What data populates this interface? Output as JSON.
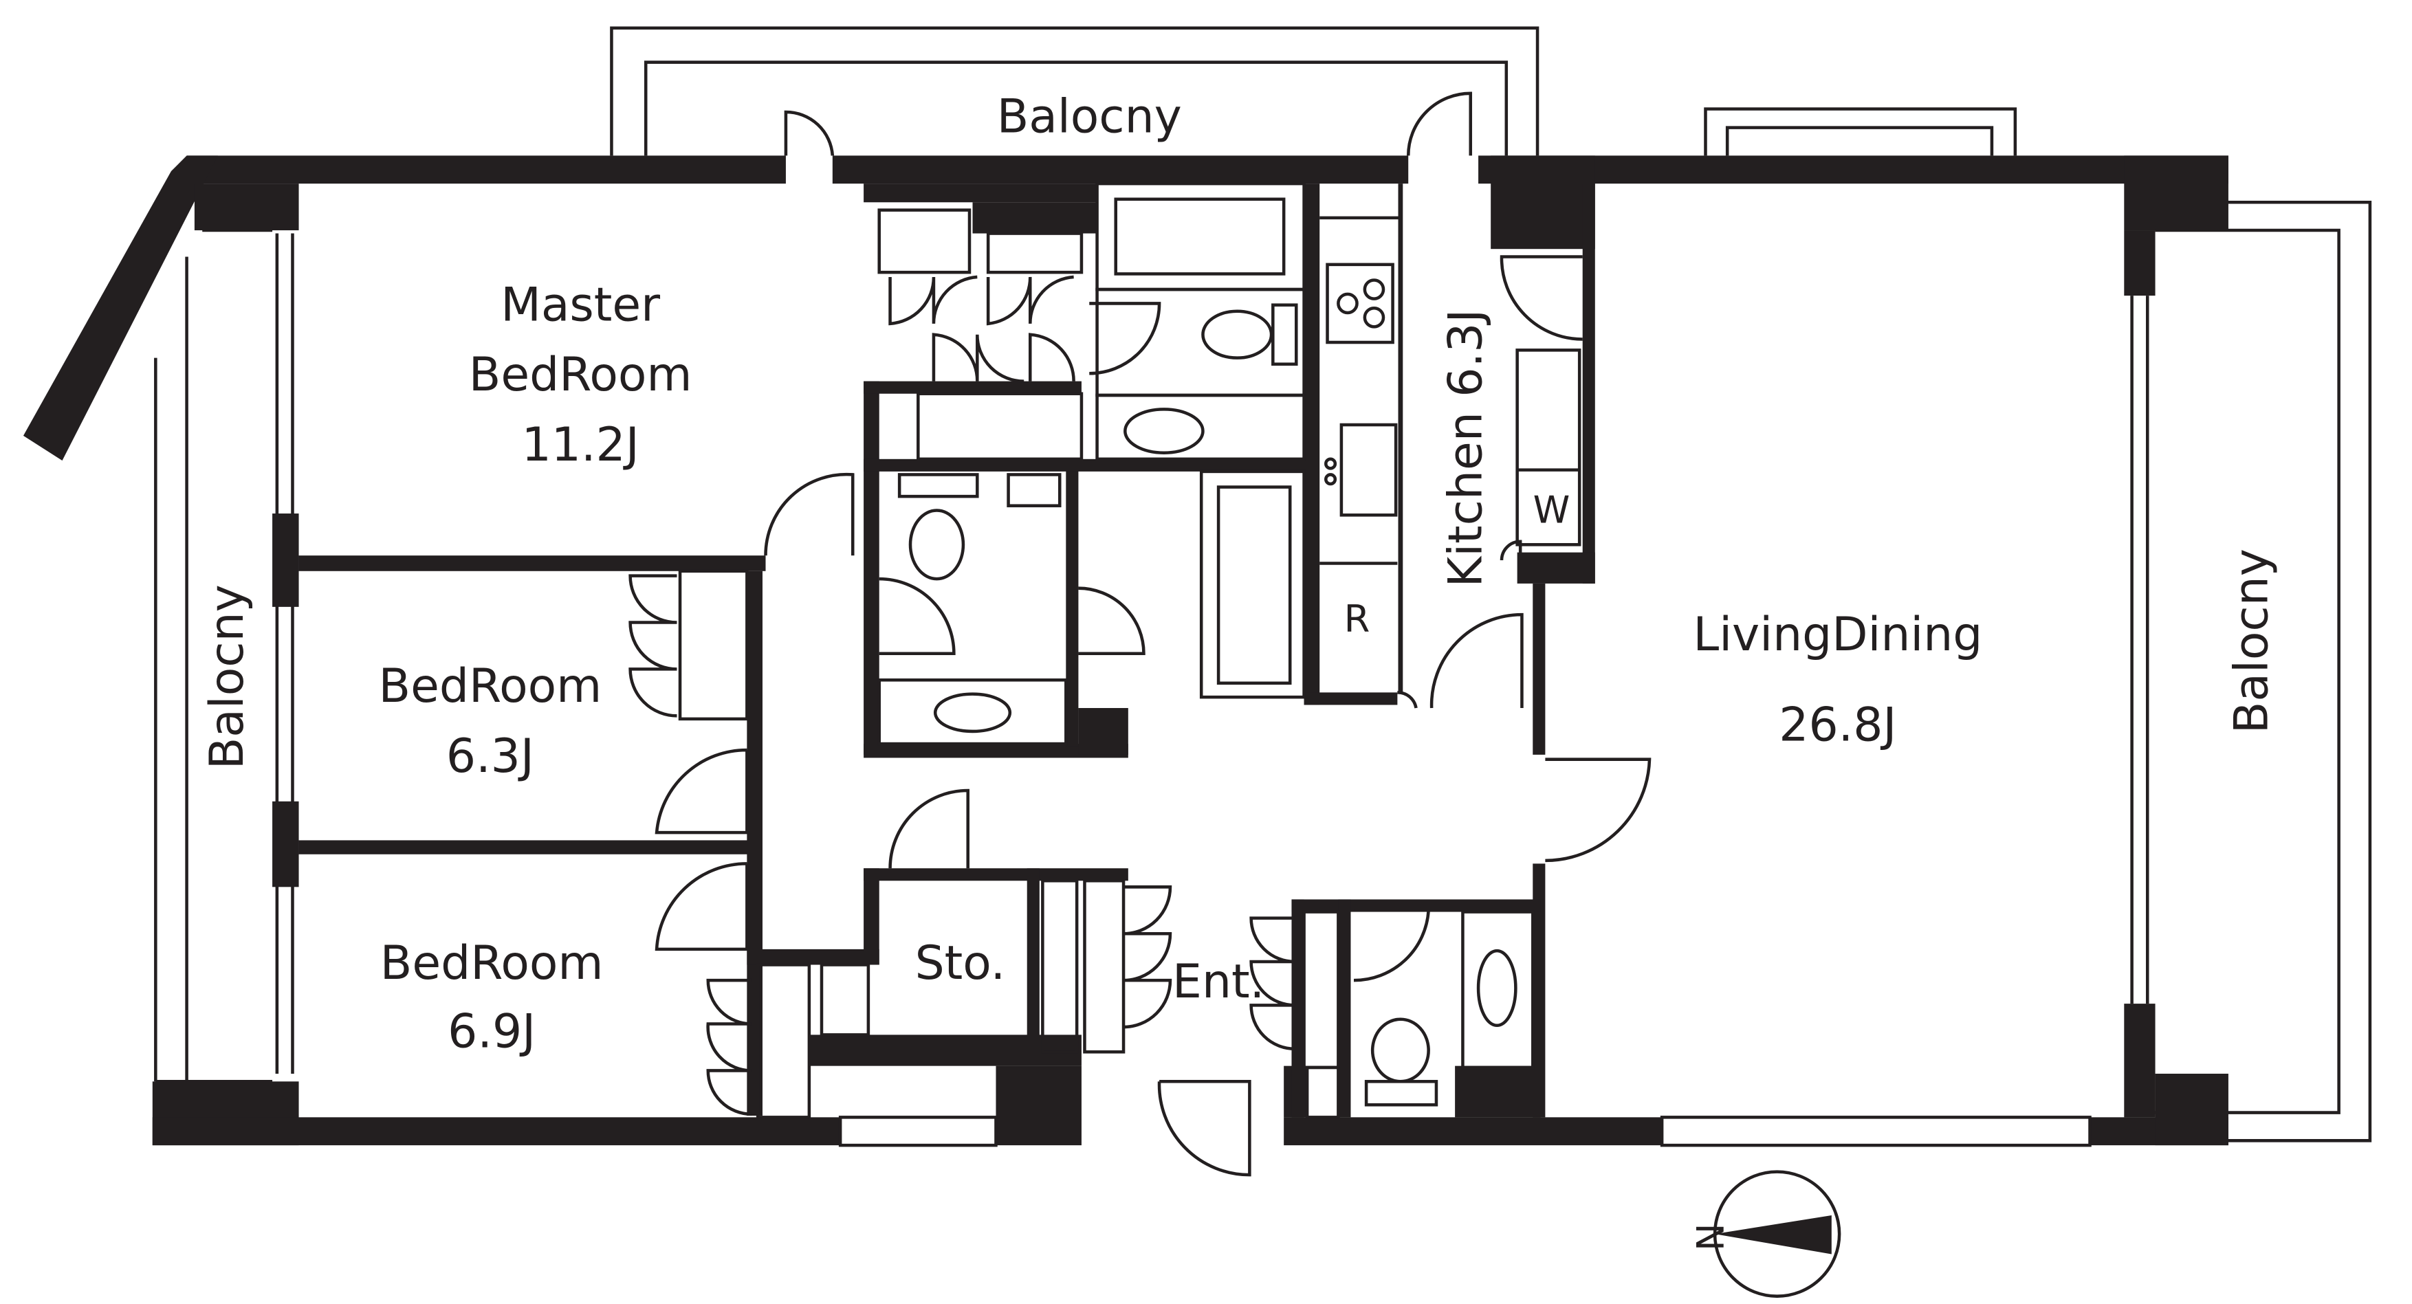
{
  "title": "Floor plan",
  "colors": {
    "wall": "#231f20",
    "background": "#ffffff"
  },
  "rooms": {
    "master_bedroom": {
      "name_line1": "Master",
      "name_line2": "BedRoom",
      "size": "11.2J"
    },
    "bedroom_1": {
      "name": "BedRoom",
      "size": "6.3J"
    },
    "bedroom_2": {
      "name": "BedRoom",
      "size": "6.9J"
    },
    "kitchen": {
      "label": "Kitchen 6.3J"
    },
    "living_dining": {
      "name": "LivingDining",
      "size": "26.8J"
    },
    "storage": {
      "label": "Sto."
    },
    "entrance": {
      "label": "Ent."
    }
  },
  "fixtures": {
    "washer": "W",
    "refrigerator": "R"
  },
  "balconies": {
    "top": "Balocny",
    "left": "Balocny",
    "right": "Balocny"
  },
  "compass": {
    "north_label": "N",
    "icon": "north-arrow-icon",
    "direction": "west"
  }
}
